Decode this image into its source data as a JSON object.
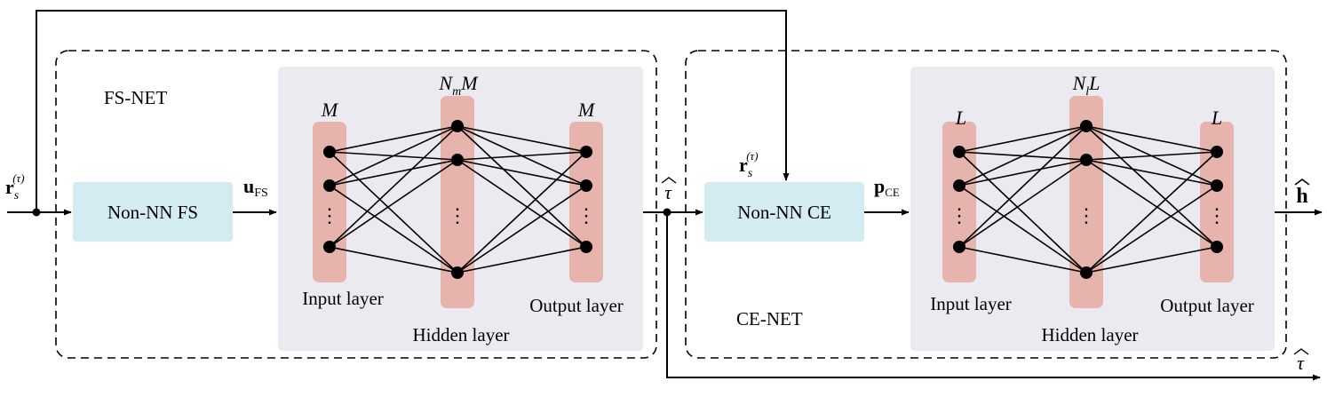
{
  "colors": {
    "panel_bg": "#eceaf1",
    "block_bg": "#d2ecf1",
    "layer_bar": "#e7b3ad",
    "line": "#000000"
  },
  "fs_net": {
    "title": "FS-NET",
    "block_label": "Non-NN FS",
    "input_signal": {
      "base": "r",
      "sub": "s",
      "sup": "(τ)"
    },
    "output_signal": {
      "base": "u",
      "sub": "FS"
    },
    "layers": {
      "input": {
        "size": "M",
        "label": "Input layer"
      },
      "hidden": {
        "size_a": "N",
        "size_sub": "m",
        "size_b": "M",
        "label": "Hidden layer"
      },
      "output": {
        "size": "M",
        "label": "Output layer"
      }
    }
  },
  "ce_net": {
    "title": "CE-NET",
    "block_label": "Non-NN CE",
    "feedback_signal": {
      "base": "r",
      "sub": "s",
      "sup": "(τ)"
    },
    "output_signal": {
      "base": "p",
      "sub": "CE"
    },
    "layers": {
      "input": {
        "size": "L",
        "label": "Input layer"
      },
      "hidden": {
        "size_a": "N",
        "size_sub": "l",
        "size_b": "L",
        "label": "Hidden layer"
      },
      "output": {
        "size": "L",
        "label": "Output layer"
      }
    }
  },
  "tau_hat": "τ",
  "h_hat": "h",
  "dots": "⋮"
}
